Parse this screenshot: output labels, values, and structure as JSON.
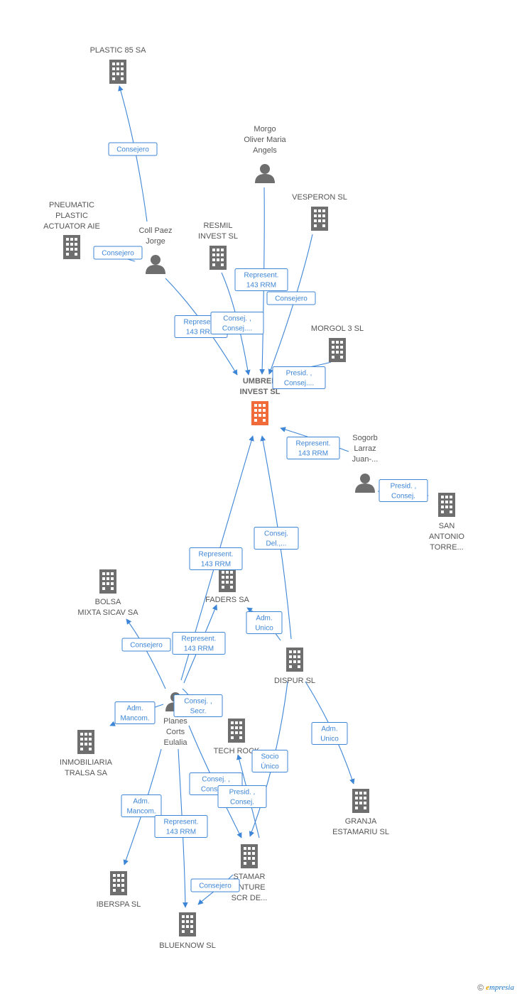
{
  "nodes": [
    {
      "id": "umbrer",
      "type": "company",
      "focus": true,
      "lines": [
        "UMBRER",
        "INVEST SL"
      ]
    },
    {
      "id": "plastic85",
      "type": "company",
      "lines": [
        "PLASTIC 85 SA"
      ]
    },
    {
      "id": "morgo",
      "type": "person",
      "lines": [
        "Morgo",
        "Oliver Maria",
        "Angels"
      ]
    },
    {
      "id": "vesperon",
      "type": "company",
      "lines": [
        "VESPERON SL"
      ]
    },
    {
      "id": "pneumatic",
      "type": "company",
      "lines": [
        "PNEUMATIC",
        "PLASTIC",
        "ACTUATOR AIE"
      ]
    },
    {
      "id": "collpaez",
      "type": "person",
      "lines": [
        "Coll Paez",
        "Jorge"
      ]
    },
    {
      "id": "resmil",
      "type": "company",
      "lines": [
        "RESMIL",
        "INVEST SL"
      ]
    },
    {
      "id": "morgol3",
      "type": "company",
      "lines": [
        "MORGOL 3 SL"
      ]
    },
    {
      "id": "sogorb",
      "type": "person",
      "lines": [
        "Sogorb",
        "Larraz",
        "Juan-..."
      ]
    },
    {
      "id": "sanantonio",
      "type": "company",
      "lines": [
        "SAN",
        "ANTONIO",
        "TORRE..."
      ]
    },
    {
      "id": "bolsa",
      "type": "company",
      "lines": [
        "BOLSA",
        "MIXTA SICAV SA"
      ]
    },
    {
      "id": "faders",
      "type": "company",
      "lines": [
        "FADERS SA"
      ]
    },
    {
      "id": "dispur",
      "type": "company",
      "lines": [
        "DISPUR SL"
      ]
    },
    {
      "id": "planes",
      "type": "person",
      "lines": [
        "Planes",
        "Corts",
        "Eulalia"
      ]
    },
    {
      "id": "inmobiliaria",
      "type": "company",
      "lines": [
        "INMOBILIARIA",
        "TRALSA SA"
      ]
    },
    {
      "id": "techrock",
      "type": "company",
      "lines": [
        "TECH ROCK"
      ]
    },
    {
      "id": "granja",
      "type": "company",
      "lines": [
        "GRANJA",
        "ESTAMARIU SL"
      ]
    },
    {
      "id": "stamar",
      "type": "company",
      "lines": [
        "STAMAR",
        "ENTURE",
        "SCR DE..."
      ]
    },
    {
      "id": "iberspa",
      "type": "company",
      "lines": [
        "IBERSPA SL"
      ]
    },
    {
      "id": "blueknow",
      "type": "company",
      "lines": [
        "BLUEKNOW SL"
      ]
    }
  ],
  "edges": [
    {
      "id": "e1",
      "lines": [
        "Consejero"
      ]
    },
    {
      "id": "e2",
      "lines": [
        "Consejero"
      ]
    },
    {
      "id": "e3",
      "lines": [
        "Represent.",
        "143 RRM"
      ]
    },
    {
      "id": "e4",
      "lines": [
        "Consej. ,",
        "Consej...."
      ]
    },
    {
      "id": "e5",
      "lines": [
        "Represent.",
        "143 RRM"
      ]
    },
    {
      "id": "e6",
      "lines": [
        "Consejero"
      ]
    },
    {
      "id": "e7",
      "lines": [
        "Presid. ,",
        "Consej...."
      ]
    },
    {
      "id": "e8",
      "lines": [
        "Represent.",
        "143 RRM"
      ]
    },
    {
      "id": "e9",
      "lines": [
        "Presid. ,",
        "Consej."
      ]
    },
    {
      "id": "e10",
      "lines": [
        "Represent.",
        "143 RRM"
      ]
    },
    {
      "id": "e11",
      "lines": [
        "Consej.",
        "Del.,..."
      ]
    },
    {
      "id": "e12",
      "lines": [
        "Adm.",
        "Unico"
      ]
    },
    {
      "id": "e13",
      "lines": [
        "Consejero"
      ]
    },
    {
      "id": "e14",
      "lines": [
        "Represent.",
        "143 RRM"
      ]
    },
    {
      "id": "e15",
      "lines": [
        "Consej. ,",
        "Secr."
      ]
    },
    {
      "id": "e16",
      "lines": [
        "Adm.",
        "Mancom."
      ]
    },
    {
      "id": "e17",
      "lines": [
        "Socio",
        "Único"
      ]
    },
    {
      "id": "e18",
      "lines": [
        "Adm.",
        "Unico"
      ]
    },
    {
      "id": "e19",
      "lines": [
        "Consej. ,",
        "Consej...."
      ]
    },
    {
      "id": "e20",
      "lines": [
        "Presid. ,",
        "Consej."
      ]
    },
    {
      "id": "e21",
      "lines": [
        "Adm.",
        "Mancom."
      ]
    },
    {
      "id": "e22",
      "lines": [
        "Represent.",
        "143 RRM"
      ]
    },
    {
      "id": "e23",
      "lines": [
        "Consejero"
      ]
    }
  ],
  "footer": {
    "copyright": "©",
    "brand_initial": "e",
    "brand_rest": "mpresia"
  }
}
